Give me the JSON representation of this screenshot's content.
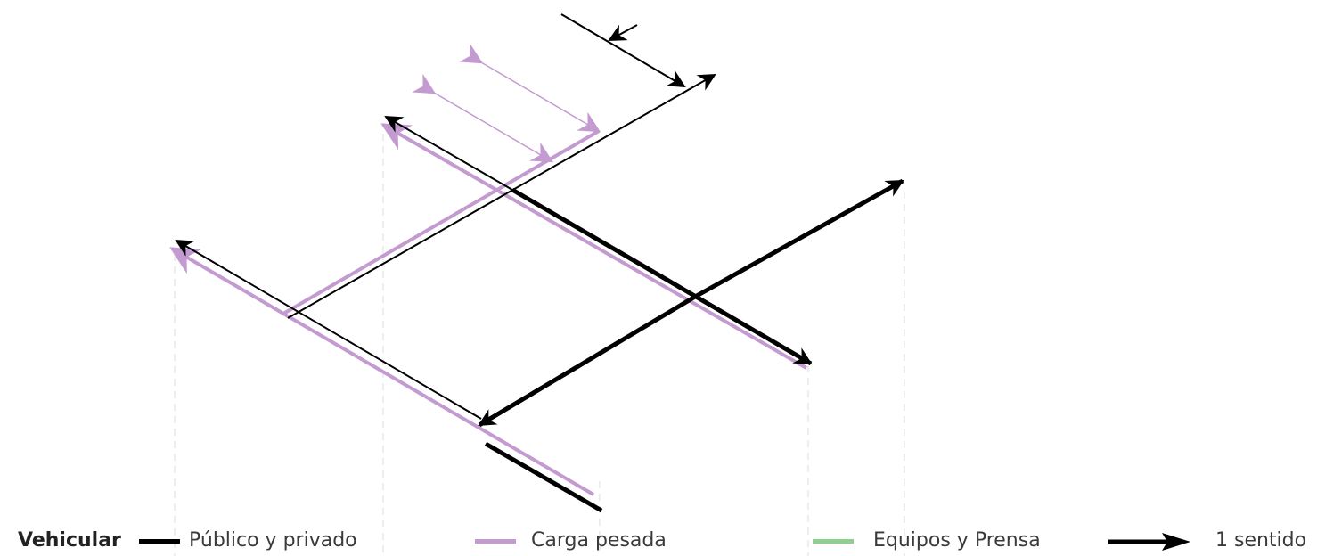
{
  "colors": {
    "publico": "#000000",
    "carga": "#c39bd0",
    "equipos": "#8fcf8f",
    "guide": "#d8d8d8"
  },
  "legend": {
    "title": "Vehicular",
    "items": [
      {
        "label": "Público y privado",
        "icon": "black-line-swatch"
      },
      {
        "label": "Carga pesada",
        "icon": "purple-line-swatch"
      },
      {
        "label": "Equipos y Prensa",
        "icon": "green-line-swatch"
      },
      {
        "label": "1 sentido",
        "icon": "one-way-arrow-icon"
      }
    ]
  }
}
